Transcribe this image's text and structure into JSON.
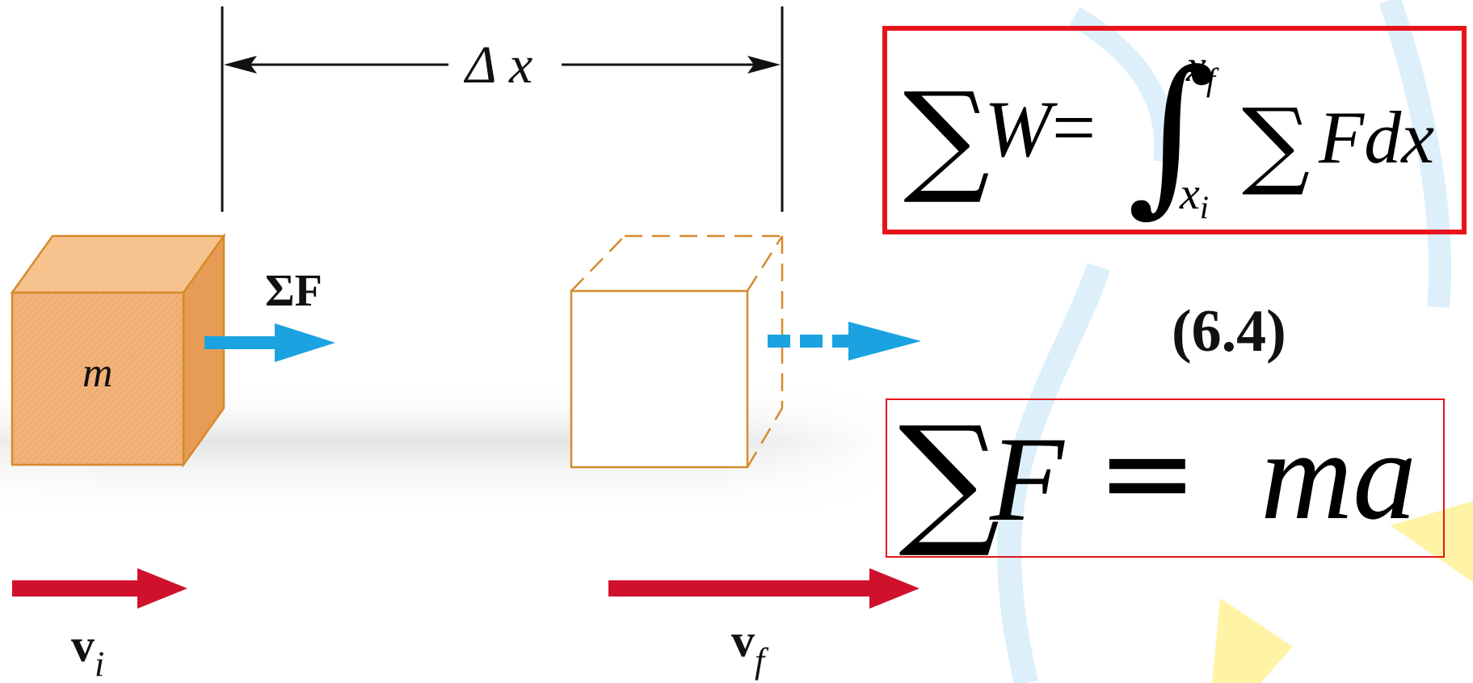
{
  "diagram": {
    "delta_x_label": "Δ x",
    "mass_label": "m",
    "force_label": "ΣF",
    "v_initial": {
      "base": "v",
      "sub": "i"
    },
    "v_final": {
      "base": "v",
      "sub": "f"
    }
  },
  "equation_work": {
    "sum_symbol": "∑",
    "lhs": "W",
    "equals": "=",
    "integral_symbol": "∫",
    "upper_limit": "x",
    "upper_sub": "f",
    "lower_limit": "x",
    "lower_sub": "i",
    "sum_symbol_2": "∑",
    "integrand": "Fdx"
  },
  "equation_number": "(6.4)",
  "equation_newton": {
    "sum_symbol": "∑",
    "lhs": "F",
    "equals": "=",
    "rhs": "ma"
  },
  "colors": {
    "box_fill": "#f2b37a",
    "box_edge": "#d68a2c",
    "force_arrow": "#1aa3e0",
    "velocity_arrow": "#d0112b",
    "equation_border": "#e8141c",
    "background_decor_blue": "#dceffb",
    "background_decor_yellow": "#fff4a6"
  }
}
